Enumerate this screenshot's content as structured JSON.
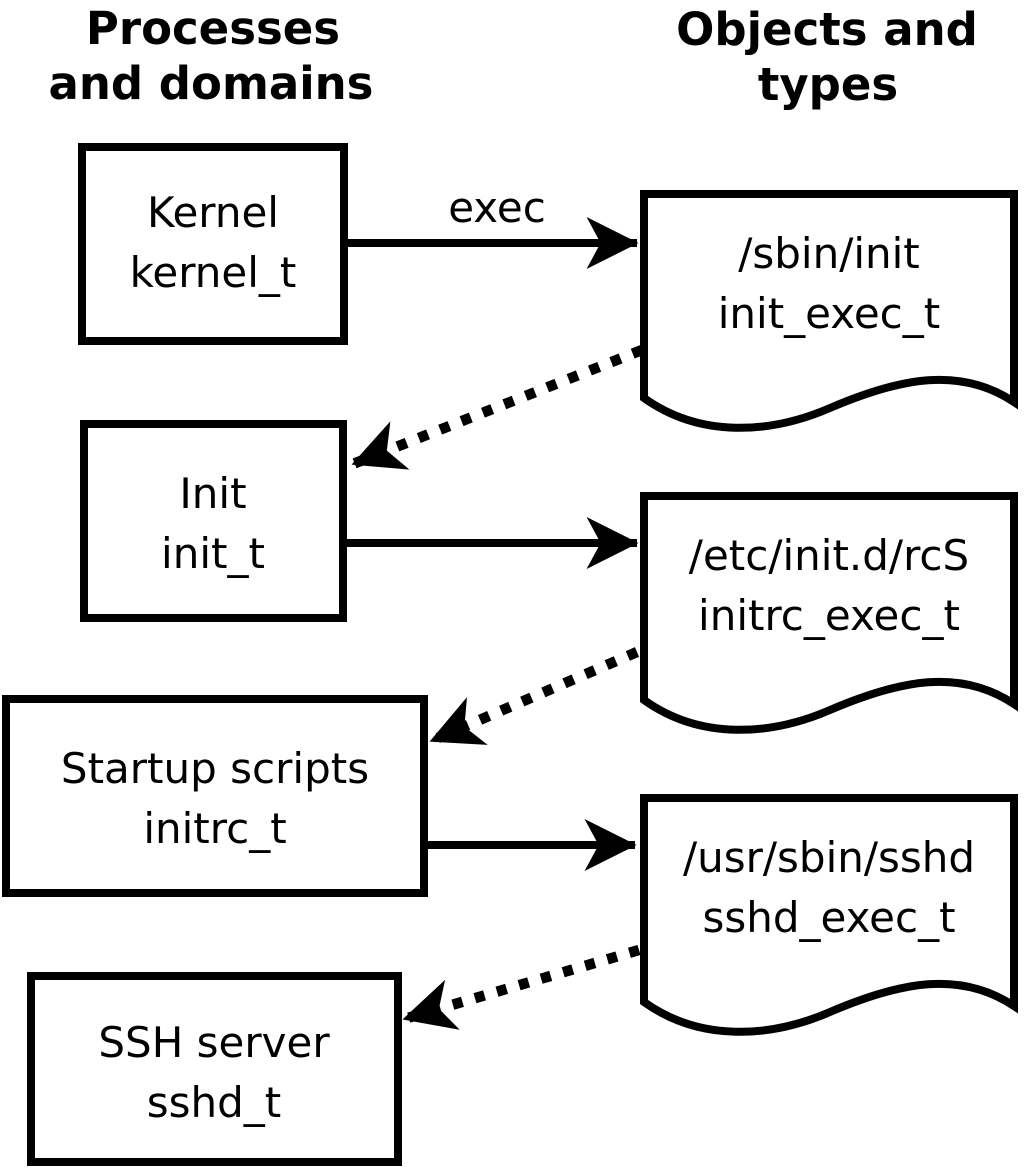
{
  "headers": {
    "left": {
      "line1": "Processes",
      "line2": "and domains"
    },
    "right": {
      "line1": "Objects and",
      "line2": "types"
    }
  },
  "processes": [
    {
      "name": "Kernel",
      "type": "kernel_t"
    },
    {
      "name": "Init",
      "type": "init_t"
    },
    {
      "name": "Startup scripts",
      "type": "initrc_t"
    },
    {
      "name": "SSH server",
      "type": "sshd_t"
    }
  ],
  "objects": [
    {
      "path": "/sbin/init",
      "type": "init_exec_t"
    },
    {
      "path": "/etc/init.d/rcS",
      "type": "initrc_exec_t"
    },
    {
      "path": "/usr/sbin/sshd",
      "type": "sshd_exec_t"
    }
  ],
  "labels": {
    "exec": "exec"
  },
  "colors": {
    "foreground": "#000000",
    "background": "#ffffff"
  }
}
